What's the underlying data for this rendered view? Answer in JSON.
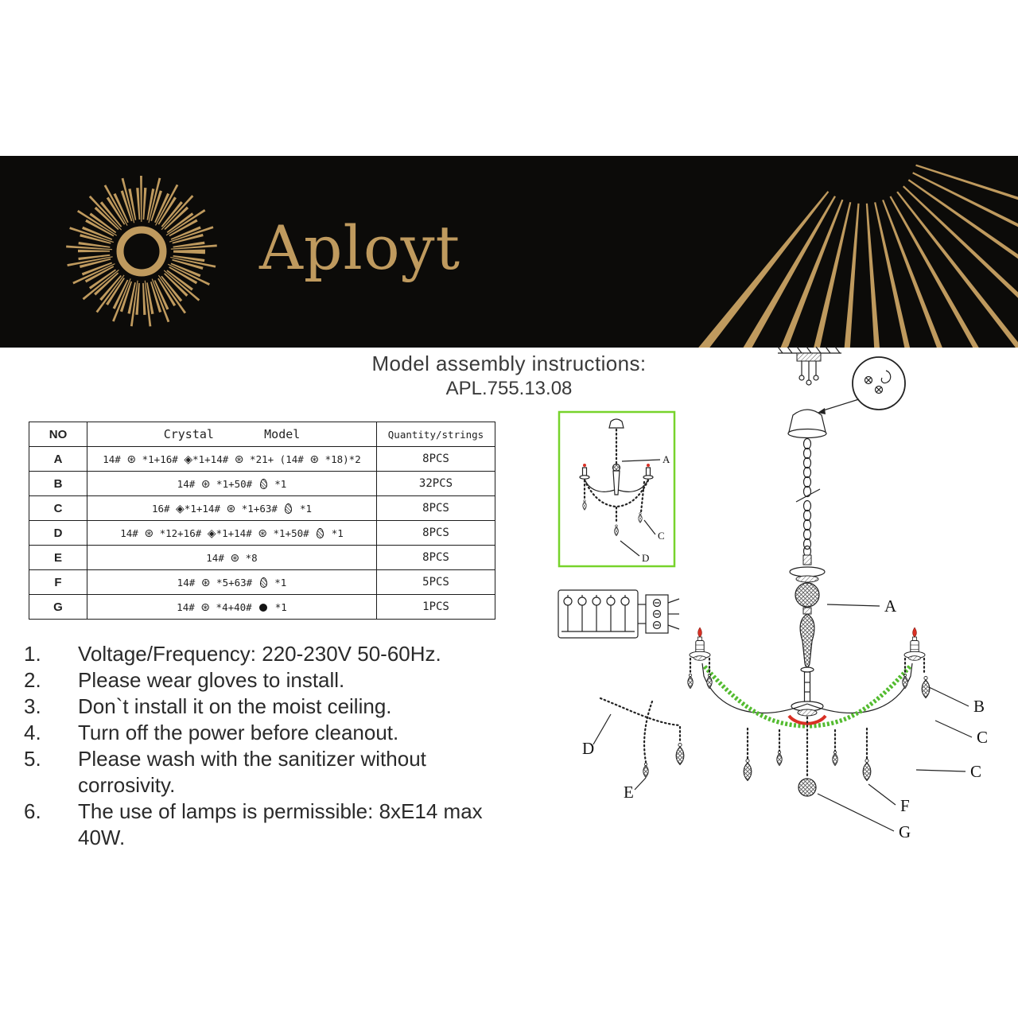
{
  "brand": {
    "name": "Aployt"
  },
  "header": {
    "title": "Model assembly instructions:",
    "model": "APL.755.13.08"
  },
  "table": {
    "headers": {
      "no": "NO",
      "crystal": "Crystal       Model",
      "qty": "Quantity/strings"
    },
    "rows": [
      {
        "no": "A",
        "crystal": [
          "14# ",
          {
            "icon": "bead"
          },
          " *1+16# ",
          {
            "icon": "diamond"
          },
          "*1+14# ",
          {
            "icon": "bead"
          },
          " *21+ (14# ",
          {
            "icon": "bead"
          },
          " *18)*2"
        ],
        "qty": "8PCS"
      },
      {
        "no": "B",
        "crystal": [
          "14# ",
          {
            "icon": "bead"
          },
          " *1+50# ",
          {
            "icon": "drop"
          },
          " *1"
        ],
        "qty": "32PCS"
      },
      {
        "no": "C",
        "crystal": [
          "16# ",
          {
            "icon": "diamond"
          },
          "*1+14# ",
          {
            "icon": "bead"
          },
          " *1+63# ",
          {
            "icon": "drop"
          },
          " *1"
        ],
        "qty": "8PCS"
      },
      {
        "no": "D",
        "crystal": [
          "14# ",
          {
            "icon": "bead"
          },
          " *12+16# ",
          {
            "icon": "diamond"
          },
          "*1+14# ",
          {
            "icon": "bead"
          },
          " *1+50# ",
          {
            "icon": "drop"
          },
          " *1"
        ],
        "qty": "8PCS"
      },
      {
        "no": "E",
        "crystal": [
          "14# ",
          {
            "icon": "bead"
          },
          " *8"
        ],
        "qty": "8PCS"
      },
      {
        "no": "F",
        "crystal": [
          "14# ",
          {
            "icon": "bead"
          },
          " *5+63# ",
          {
            "icon": "drop"
          },
          " *1"
        ],
        "qty": "5PCS"
      },
      {
        "no": "G",
        "crystal": [
          "14# ",
          {
            "icon": "bead"
          },
          " *4+40# ",
          {
            "icon": "ball"
          },
          " *1"
        ],
        "qty": "1PCS"
      }
    ]
  },
  "icon_glyphs": {
    "bead": "⊛",
    "diamond": "◈"
  },
  "instructions": [
    {
      "num": "1.",
      "text": "Voltage/Frequency: 220-230V 50-60Hz."
    },
    {
      "num": "2.",
      "text": "Please wear gloves to install."
    },
    {
      "num": "3.",
      "text": "Don`t install it on the moist ceiling."
    },
    {
      "num": "4.",
      "text": "Turn off the power before cleanout."
    },
    {
      "num": "5.",
      "text": "Please wash with the sanitizer without corrosivity."
    },
    {
      "num": "6.",
      "text": "The use of lamps is permissible: 8xE14 max 40W."
    }
  ],
  "diagram": {
    "main_labels": [
      "A",
      "B",
      "C",
      "C",
      "D",
      "E",
      "F",
      "G"
    ],
    "inset_labels": [
      "A",
      "C",
      "D"
    ]
  },
  "colors": {
    "gold": "#bf9a5e",
    "banner_bg": "#0c0b09",
    "highlight_green": "#53bb2f",
    "inset_border": "#77d32b",
    "flame_red": "#d93025"
  }
}
